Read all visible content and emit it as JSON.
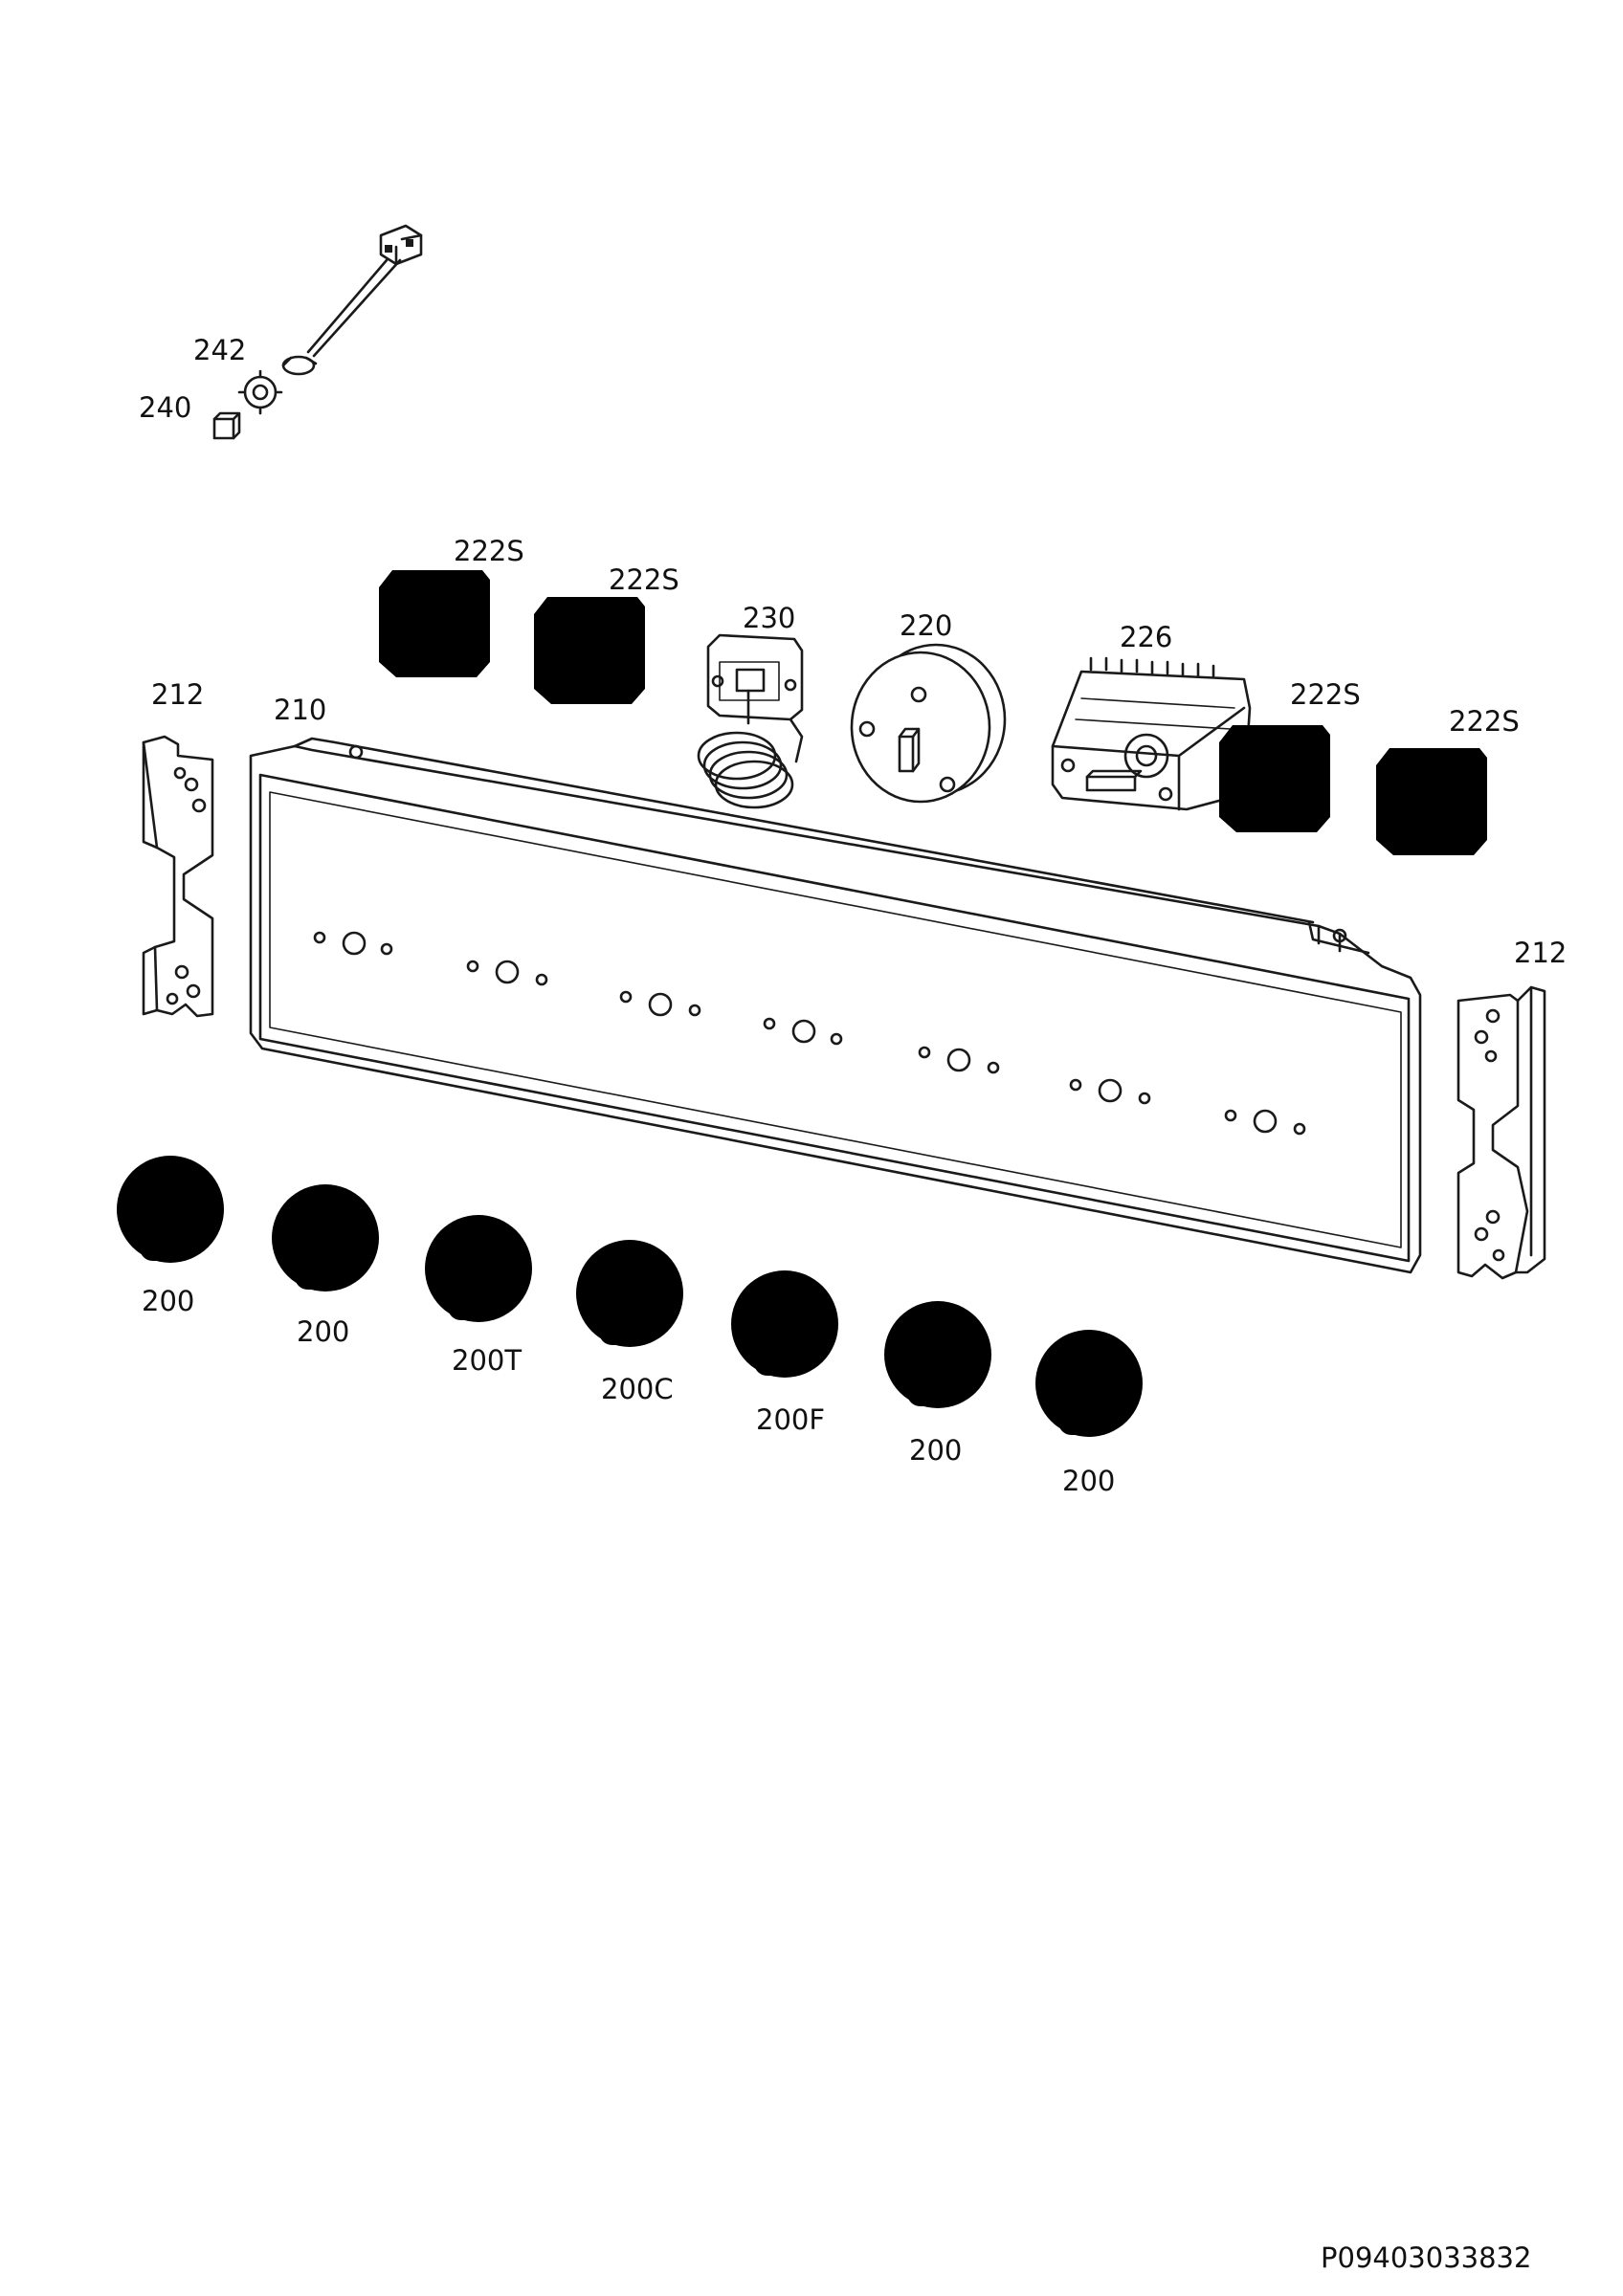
{
  "labels": {
    "wire_harness": "242",
    "cap": "240",
    "switch_a": "222S",
    "switch_b": "222S",
    "thermostat": "230",
    "timer": "220",
    "selector": "226",
    "switch_c": "222S",
    "switch_d": "222S",
    "bracket_left": "212",
    "panel": "210",
    "bracket_right": "212",
    "knob_1": "200",
    "knob_2": "200",
    "knob_3": "200T",
    "knob_4": "200C",
    "knob_5": "200F",
    "knob_6": "200",
    "knob_7": "200"
  },
  "document_code": "P09403033832"
}
